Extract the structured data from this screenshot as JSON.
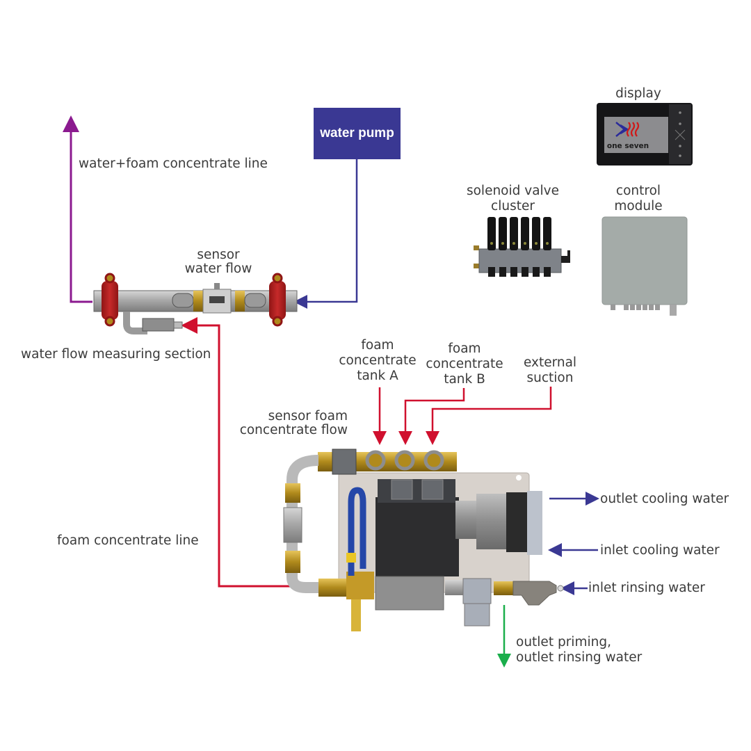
{
  "diagram": {
    "components": {
      "water_pump": "water pump",
      "display": "display",
      "display_logo": "one seven",
      "solenoid_line1": "solenoid valve",
      "solenoid_line2": "cluster",
      "control_line1": "control",
      "control_line2": "module",
      "sensor_water_line1": "sensor",
      "sensor_water_line2": "water flow",
      "measuring_section": "water flow measuring section",
      "sensor_foam_line1": "sensor foam",
      "sensor_foam_line2": "concentrate flow"
    },
    "lines": {
      "water_foam": "water+foam concentrate line",
      "foam_concentrate": "foam concentrate line"
    },
    "inlets": {
      "tank_a": [
        "foam",
        "concentrate",
        "tank A"
      ],
      "tank_b": [
        "foam",
        "concentrate",
        "tank B"
      ],
      "external": [
        "external",
        "suction"
      ]
    },
    "ports": {
      "outlet_cooling": "outlet cooling water",
      "inlet_cooling": "inlet cooling water",
      "inlet_rinsing": "inlet rinsing water",
      "outlet_priming_1": "outlet priming,",
      "outlet_priming_2": "outlet rinsing water"
    },
    "colors": {
      "water": "#3a3893",
      "foam": "#d0102e",
      "mixed": "#8b1a8f",
      "drain": "#1aae4b"
    }
  }
}
